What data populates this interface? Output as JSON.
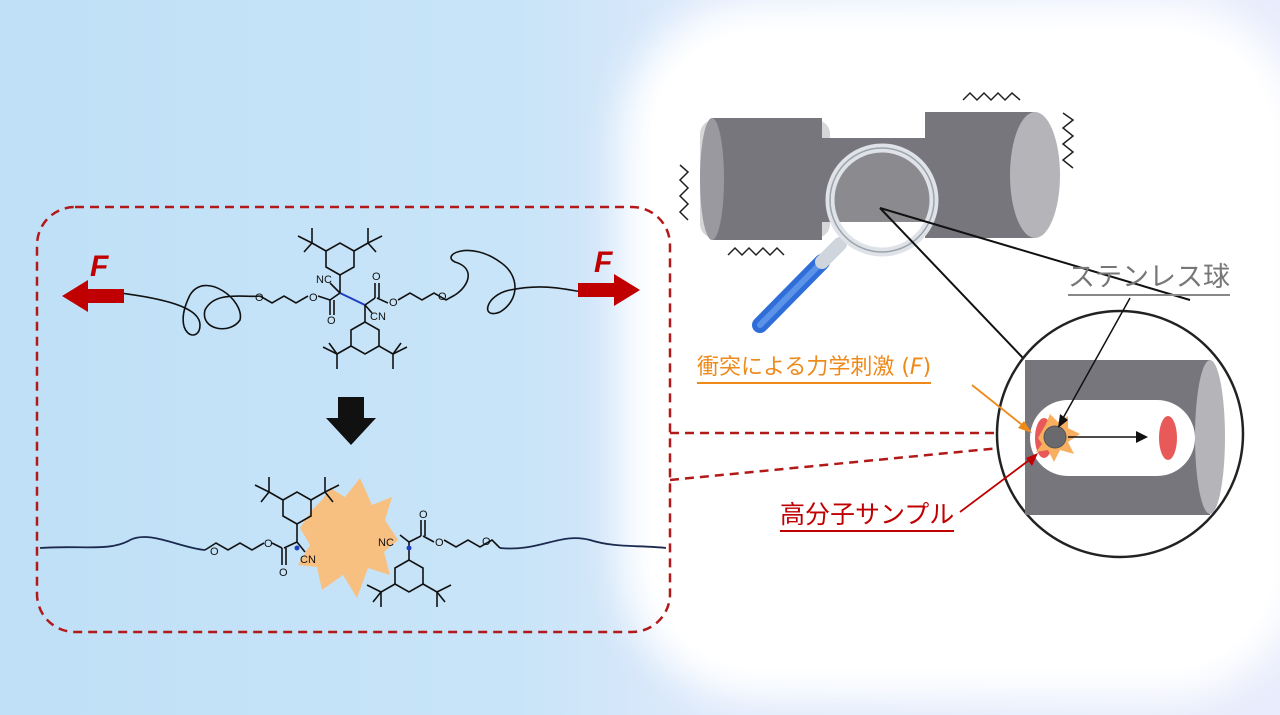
{
  "labels": {
    "steel_ball": "ステンレス球",
    "impact_prefix": "衝突による力学刺激 (",
    "impact_symbol": "F",
    "impact_suffix": ")",
    "polymer_sample": "高分子サンプル",
    "force_left": "F",
    "force_right": "F"
  },
  "molecule_top": {
    "nc": "NC",
    "cn": "CN",
    "o_labels": [
      "O",
      "O",
      "O",
      "O",
      "O",
      "O"
    ]
  },
  "molecule_bottom": {
    "nc": "NC",
    "cn": "CN",
    "o_labels": [
      "O",
      "O",
      "O",
      "O",
      "O",
      "O"
    ]
  },
  "colors": {
    "arrow_red": "#c00000",
    "dashed_border": "#b21a1a",
    "jar_gray": "#77767c",
    "jar_light": "#b5b4b9",
    "impact_orange": "#ee8a1a",
    "burst": "#f8c080",
    "chain_navy": "#1b2a4e",
    "bond_blue": "#1f3fbf",
    "handle_blue": "#2f6ed8"
  },
  "icons": [
    "magnifier-icon",
    "vibration-zigzag-icon",
    "down-arrow-icon",
    "force-arrow-icon"
  ]
}
